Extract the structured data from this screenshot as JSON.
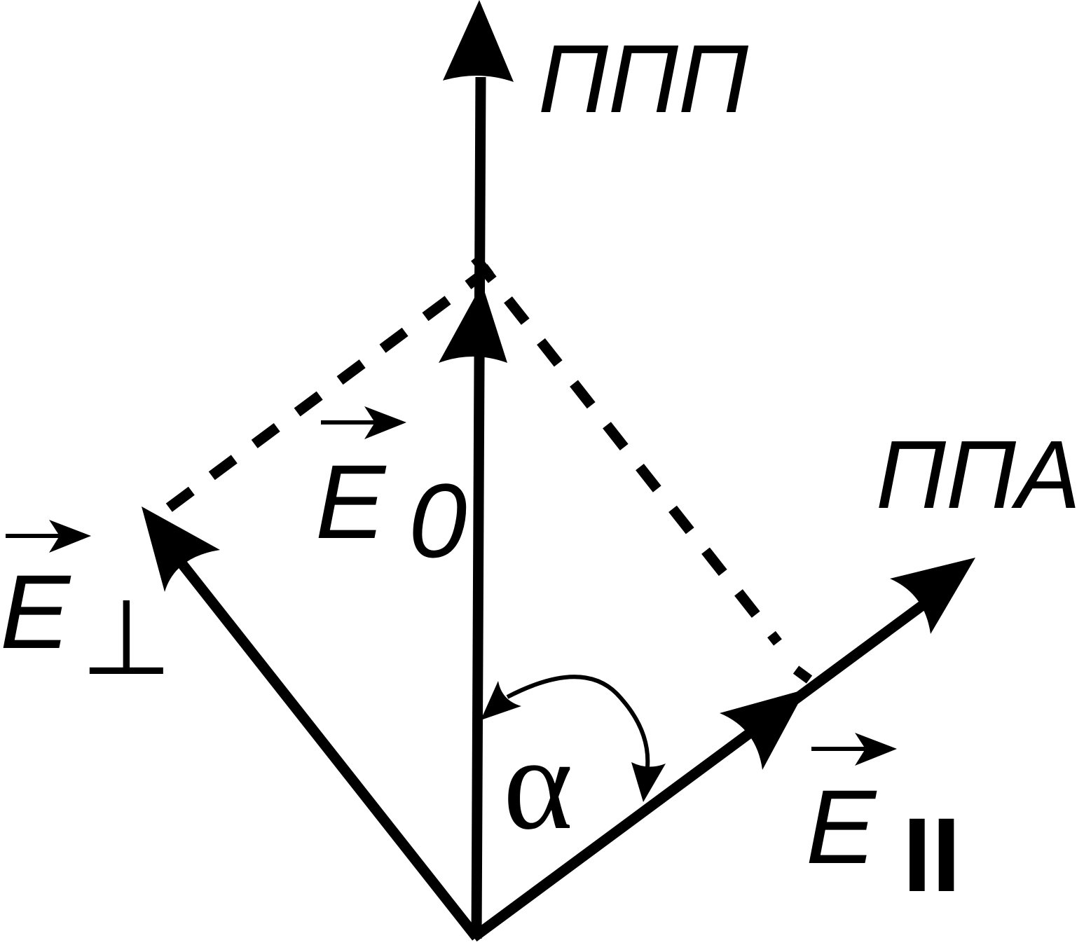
{
  "labels": {
    "ppp": "ППП",
    "ppa": "ППА",
    "alpha": "α",
    "e_zero": "E",
    "e_zero_sub": "0",
    "e_perp": "E",
    "e_perp_sub": "⊥",
    "e_par": "E",
    "e_par_sub": "II"
  },
  "colors": {
    "ink": "#000000",
    "background": "#ffffff"
  }
}
